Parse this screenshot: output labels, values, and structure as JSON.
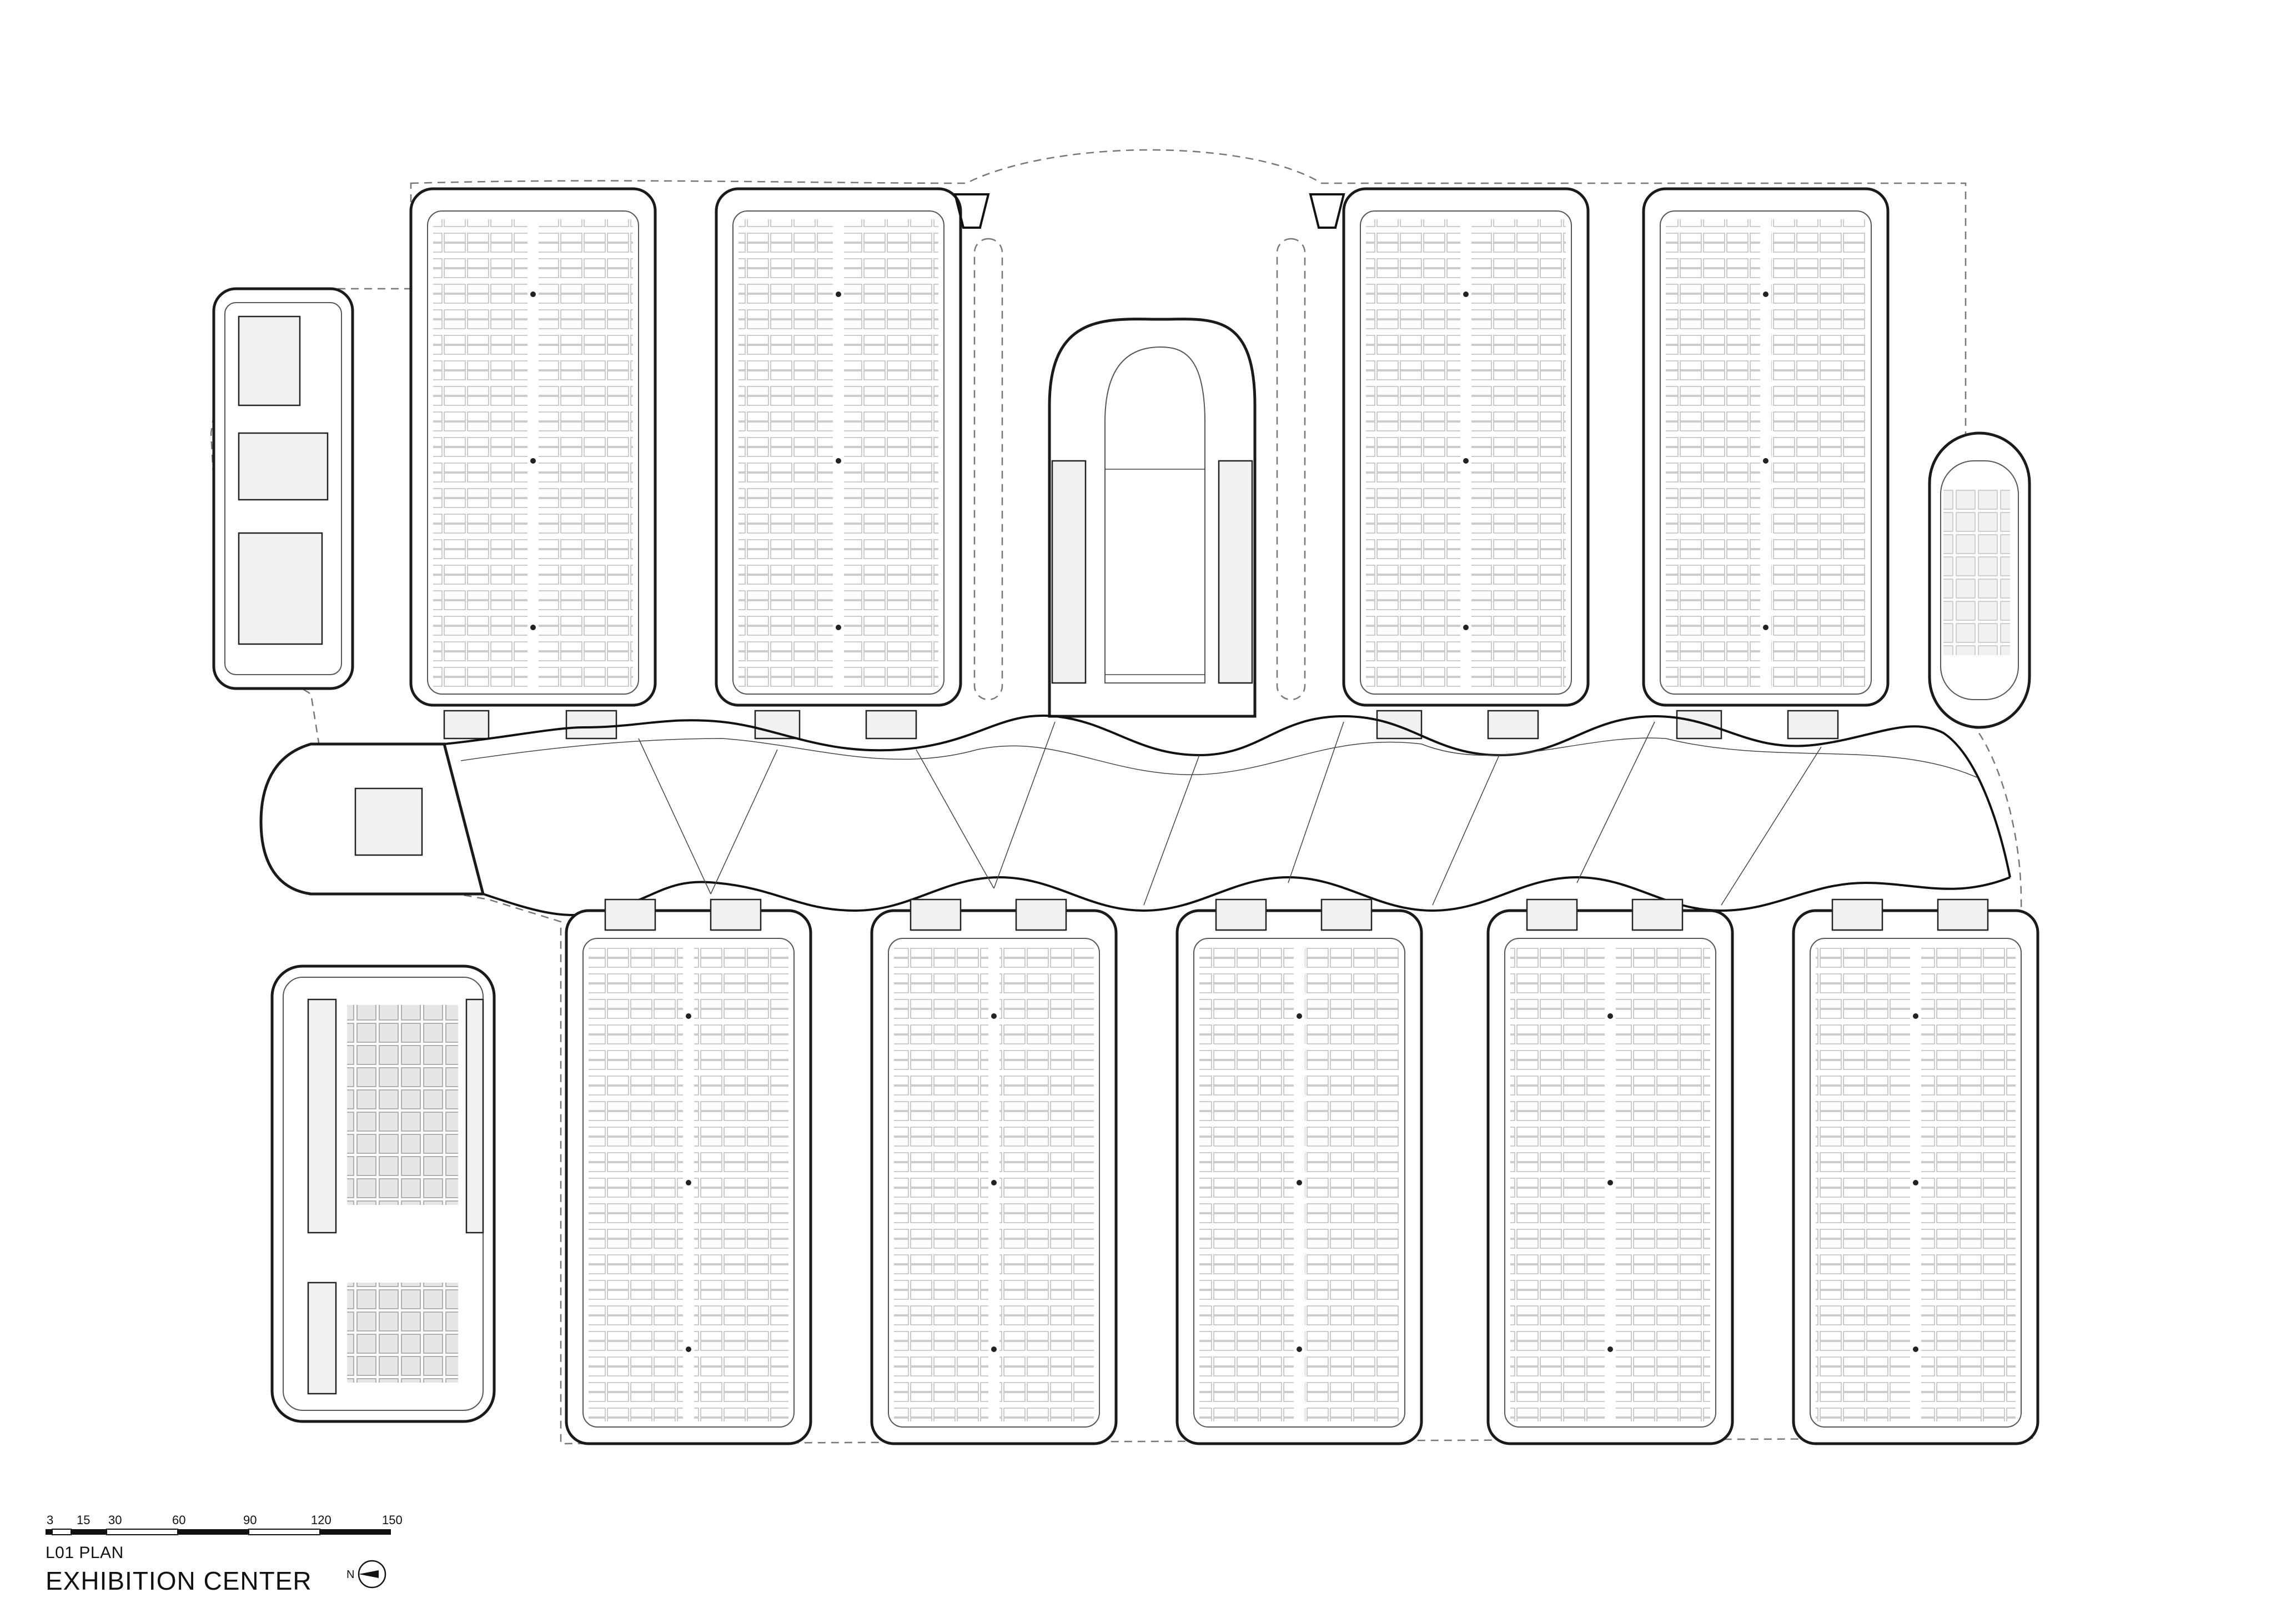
{
  "drawing": {
    "level_label": "L01 PLAN",
    "title": "EXHIBITION CENTER"
  },
  "scale_bar": {
    "ticks": [
      "3",
      "15",
      "30",
      "60",
      "90",
      "120",
      "150"
    ]
  },
  "north_arrow": {
    "letter": "N",
    "icon": "north-arrow-icon"
  }
}
